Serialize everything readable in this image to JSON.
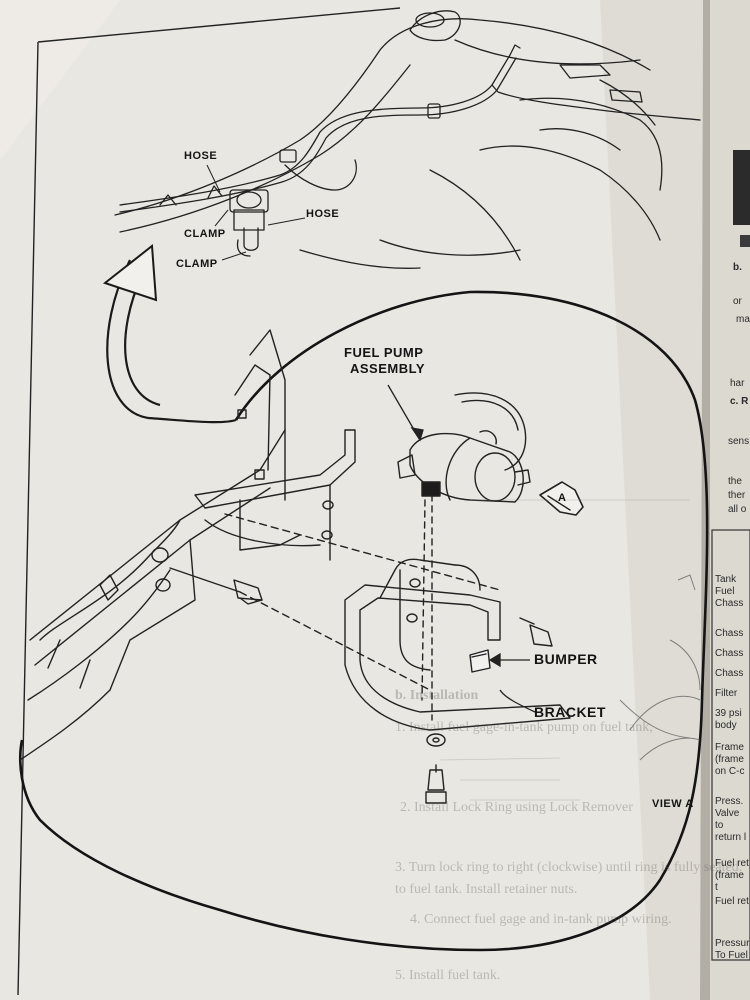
{
  "diagram": {
    "labels": {
      "hose_upper": "HOSE",
      "clamp_upper": "CLAMP",
      "hose_right": "HOSE",
      "clamp_lower": "CLAMP",
      "fuel_pump_line1": "FUEL PUMP",
      "fuel_pump_line2": "ASSEMBLY",
      "bumper": "BUMPER",
      "bracket": "BRACKET",
      "view_a": "VIEW A",
      "arrow_a": "A"
    }
  },
  "bleed_text": [
    "b. Installation",
    "1. Install fuel gage-in-tank pump on fuel tank,",
    "2. Install Lock Ring using Lock Remover",
    "3. Turn lock ring to right (clockwise) until ring is fully seated.",
    "to fuel tank. Install retainer nuts.",
    "4. Connect fuel gage and in-tank pump wiring.",
    "5. Install fuel tank."
  ],
  "right_page": {
    "fragments": [
      "b.",
      "or",
      "ma",
      "har",
      "c. R",
      "sens",
      "the",
      "ther",
      "all o"
    ],
    "table_cells": [
      "Tank Fuel Chass",
      "Chass",
      "Chass",
      "Chass",
      "Filter",
      "39 psi body",
      "Frame (frame on C-c",
      "Press. Valve to return l",
      "Fuel ret (frame t",
      "Fuel ret",
      "Pressure To Fuel"
    ]
  }
}
